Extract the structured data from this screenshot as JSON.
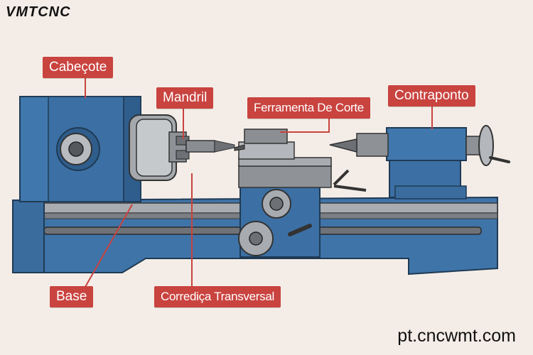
{
  "brand": {
    "logo_text": "VMTCNC"
  },
  "labels": {
    "headstock": "Cabeçote",
    "chuck": "Mandril",
    "cutting_tool": "Ferramenta De Corte",
    "tailstock": "Contraponto",
    "base": "Base",
    "cross_slide": "Corrediça Transversal"
  },
  "website": "pt.cncwmt.com",
  "colors": {
    "background": "#f4ede7",
    "machine_blue": "#3f74a8",
    "machine_blue_dark": "#2d5a86",
    "steel": "#9a9a9a",
    "callout_red": "#c9433f"
  }
}
